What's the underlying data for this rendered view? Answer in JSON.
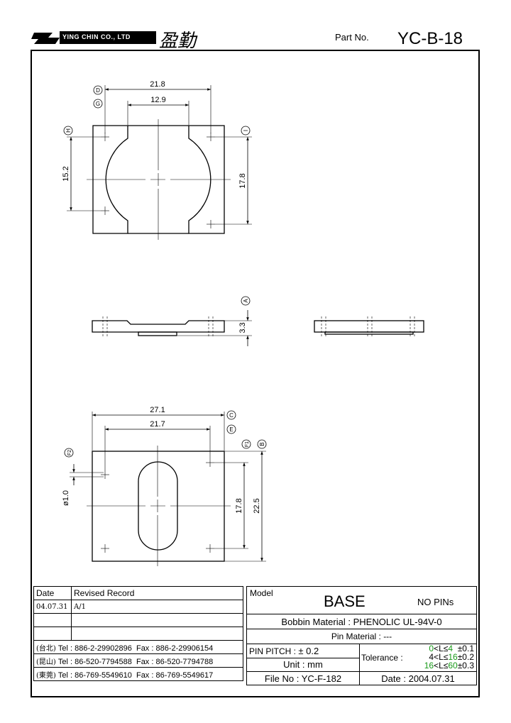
{
  "header": {
    "company_name": "YING CHIN CO., LTD",
    "company_cn": "盈勤",
    "part_no_label": "Part No.",
    "part_no": "YC-B-18"
  },
  "dimensions": {
    "d_21_8": "21.8",
    "d_12_9": "12.9",
    "d_15_2": "15.2",
    "d_17_8_top": "17.8",
    "d_3_3": "3.3",
    "d_27_1": "27.1",
    "d_21_7": "21.7",
    "d_phi_1_0": "ø1.0",
    "d_17_8_bot": "17.8",
    "d_22_5": "22.5"
  },
  "markers": {
    "A": "A",
    "B": "B",
    "C": "C",
    "D": "D",
    "E": "E",
    "F1": "F1",
    "F2": "F2",
    "G": "G",
    "H": "H",
    "I": "I"
  },
  "revision": {
    "date_label": "Date",
    "record_label": "Revised  Record",
    "rows": [
      {
        "date": "04.07.31",
        "record": "A/1"
      }
    ]
  },
  "contacts": [
    {
      "city": "(台北)",
      "tel": "Tel : 886-2-29902896",
      "fax": "Fax : 886-2-29906154"
    },
    {
      "city": "(昆山)",
      "tel": "Tel : 86-520-7794588",
      "fax": "Fax : 86-520-7794788"
    },
    {
      "city": "(東莞)",
      "tel": "Tel : 86-769-5549610",
      "fax": "Fax : 86-769-5549617"
    }
  ],
  "spec": {
    "model_label": "Model",
    "model": "BASE",
    "pins": "NO PINs",
    "bobbin_label": "Bobbin  Material :",
    "bobbin_value": "PHENOLIC UL-94V-0",
    "pin_material_label": "Pin  Material :",
    "pin_material_value": "---",
    "pin_pitch_label": "PIN  PITCH :",
    "pin_pitch_value": "± 0.2",
    "tolerance_label": "Tolerance :",
    "tol": [
      {
        "lo": "0",
        "hi": "4",
        "pm": "±0.1"
      },
      {
        "lo": "4",
        "hi": "16",
        "pm": "±0.2"
      },
      {
        "lo": "16",
        "hi": "60",
        "pm": "±0.3"
      }
    ],
    "tol_sym": "<L≤",
    "unit_label": "Unit :",
    "unit_value": "mm",
    "file_label": "File  No :",
    "file_value": "YC-F-182",
    "date_label": "Date :",
    "date_value": "2004.07.31"
  }
}
